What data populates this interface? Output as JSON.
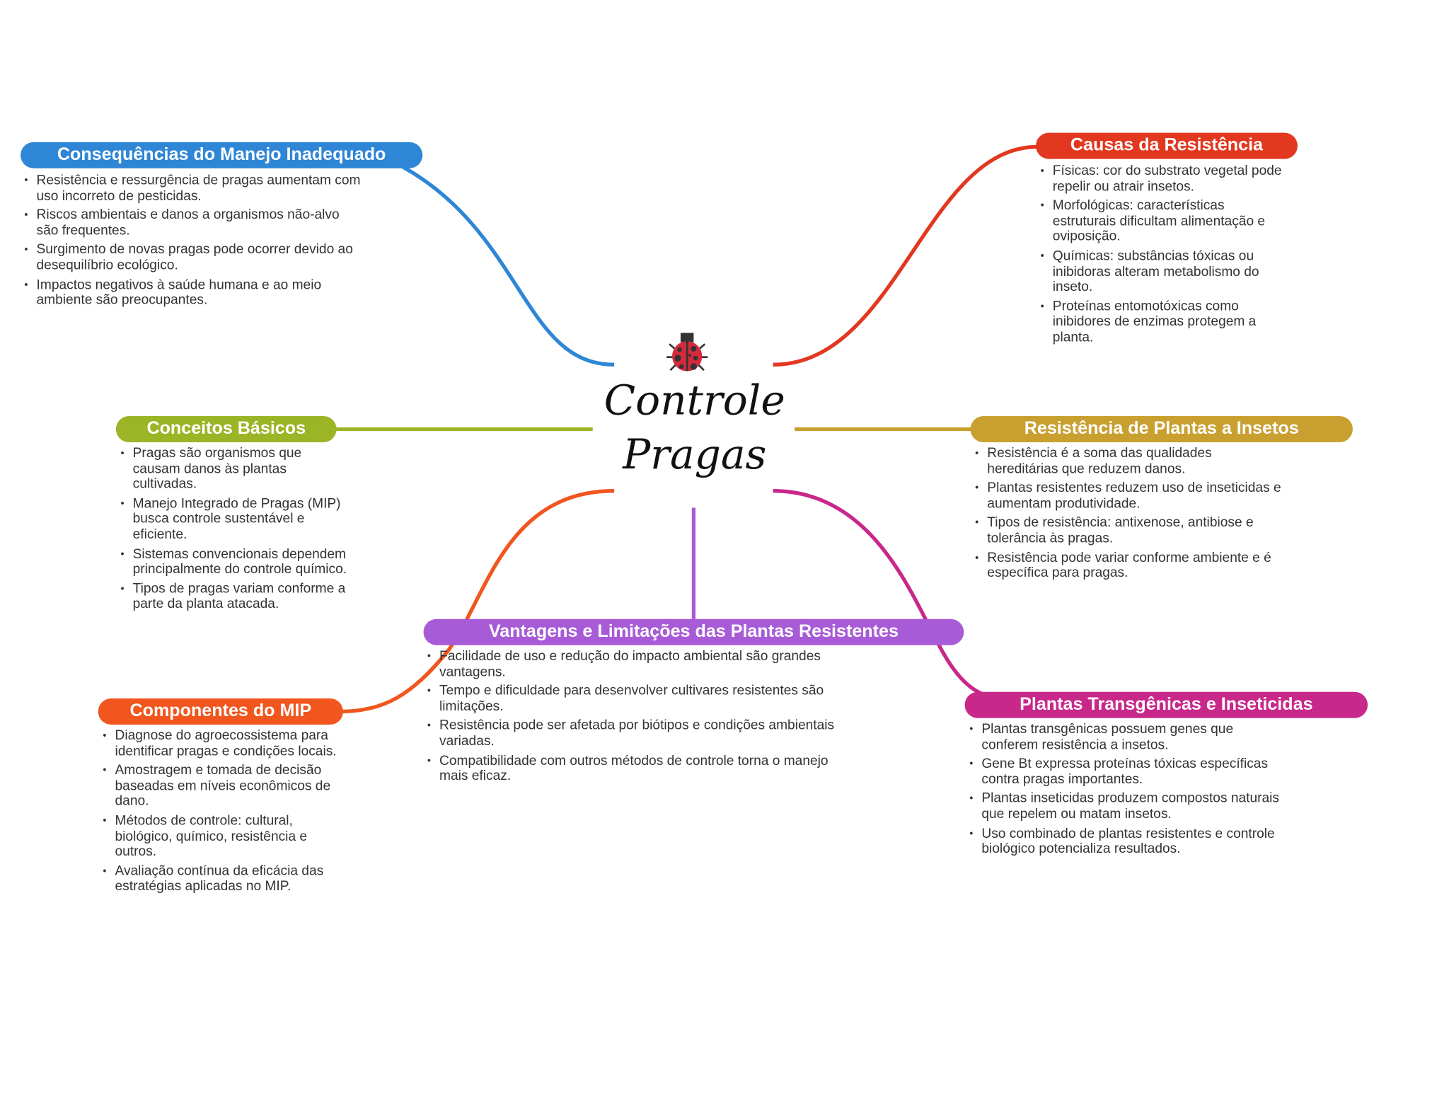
{
  "center": {
    "title_line1": "Controle",
    "title_line2": "Pragas",
    "icon": "ladybug-icon"
  },
  "colors": {
    "blue": "#2f86d6",
    "red": "#e2381f",
    "green": "#9bb527",
    "gold": "#c9a030",
    "purple": "#a85bd6",
    "orange": "#f0561e",
    "magenta": "#c8288a"
  },
  "branches": {
    "consequencias": {
      "title": "Consequências do Manejo Inadequado",
      "items": [
        "Resistência e ressurgência de pragas aumentam com uso incorreto de pesticidas.",
        "Riscos ambientais e danos a organismos não-alvo são frequentes.",
        "Surgimento de novas pragas pode ocorrer devido ao desequilíbrio ecológico.",
        "Impactos negativos à saúde humana e ao meio ambiente são preocupantes."
      ]
    },
    "causas": {
      "title": "Causas da Resistência",
      "items": [
        "Físicas: cor do substrato vegetal pode repelir ou atrair insetos.",
        "Morfológicas: características estruturais dificultam alimentação e oviposição.",
        "Químicas: substâncias tóxicas ou inibidoras alteram metabolismo do inseto.",
        "Proteínas entomotóxicas como inibidores de enzimas protegem a planta."
      ]
    },
    "conceitos": {
      "title": "Conceitos Básicos",
      "items": [
        "Pragas são organismos que causam danos às plantas cultivadas.",
        "Manejo Integrado de Pragas (MIP) busca controle sustentável e eficiente.",
        "Sistemas convencionais dependem principalmente do controle químico.",
        "Tipos de pragas variam conforme a parte da planta atacada."
      ]
    },
    "resistencia": {
      "title": "Resistência de Plantas a Insetos",
      "items": [
        "Resistência é a soma das qualidades hereditárias que reduzem danos.",
        "Plantas resistentes reduzem uso de inseticidas e aumentam produtividade.",
        "Tipos de resistência: antixenose, antibiose e tolerância às pragas.",
        "Resistência pode variar conforme ambiente e é específica para pragas."
      ]
    },
    "vantagens": {
      "title": "Vantagens e Limitações das Plantas Resistentes",
      "items": [
        "Facilidade de uso e redução do impacto ambiental são grandes vantagens.",
        "Tempo e dificuldade para desenvolver cultivares resistentes são limitações.",
        "Resistência pode ser afetada por biótipos e condições ambientais variadas.",
        "Compatibilidade com outros métodos de controle torna o manejo mais eficaz."
      ]
    },
    "componentes": {
      "title": "Componentes do MIP",
      "items": [
        "Diagnose do agroecossistema para identificar pragas e condições locais.",
        "Amostragem e tomada de decisão baseadas em níveis econômicos de dano.",
        "Métodos de controle: cultural, biológico, químico, resistência e outros.",
        "Avaliação contínua da eficácia das estratégias aplicadas no MIP."
      ]
    },
    "transgenicas": {
      "title": "Plantas Transgênicas e Inseticidas",
      "items": [
        "Plantas transgênicas possuem genes que conferem resistência a insetos.",
        "Gene Bt expressa proteínas tóxicas específicas contra pragas importantes.",
        "Plantas inseticidas produzem compostos naturais que repelem ou matam insetos.",
        "Uso combinado de plantas resistentes e controle biológico potencializa resultados."
      ]
    }
  }
}
